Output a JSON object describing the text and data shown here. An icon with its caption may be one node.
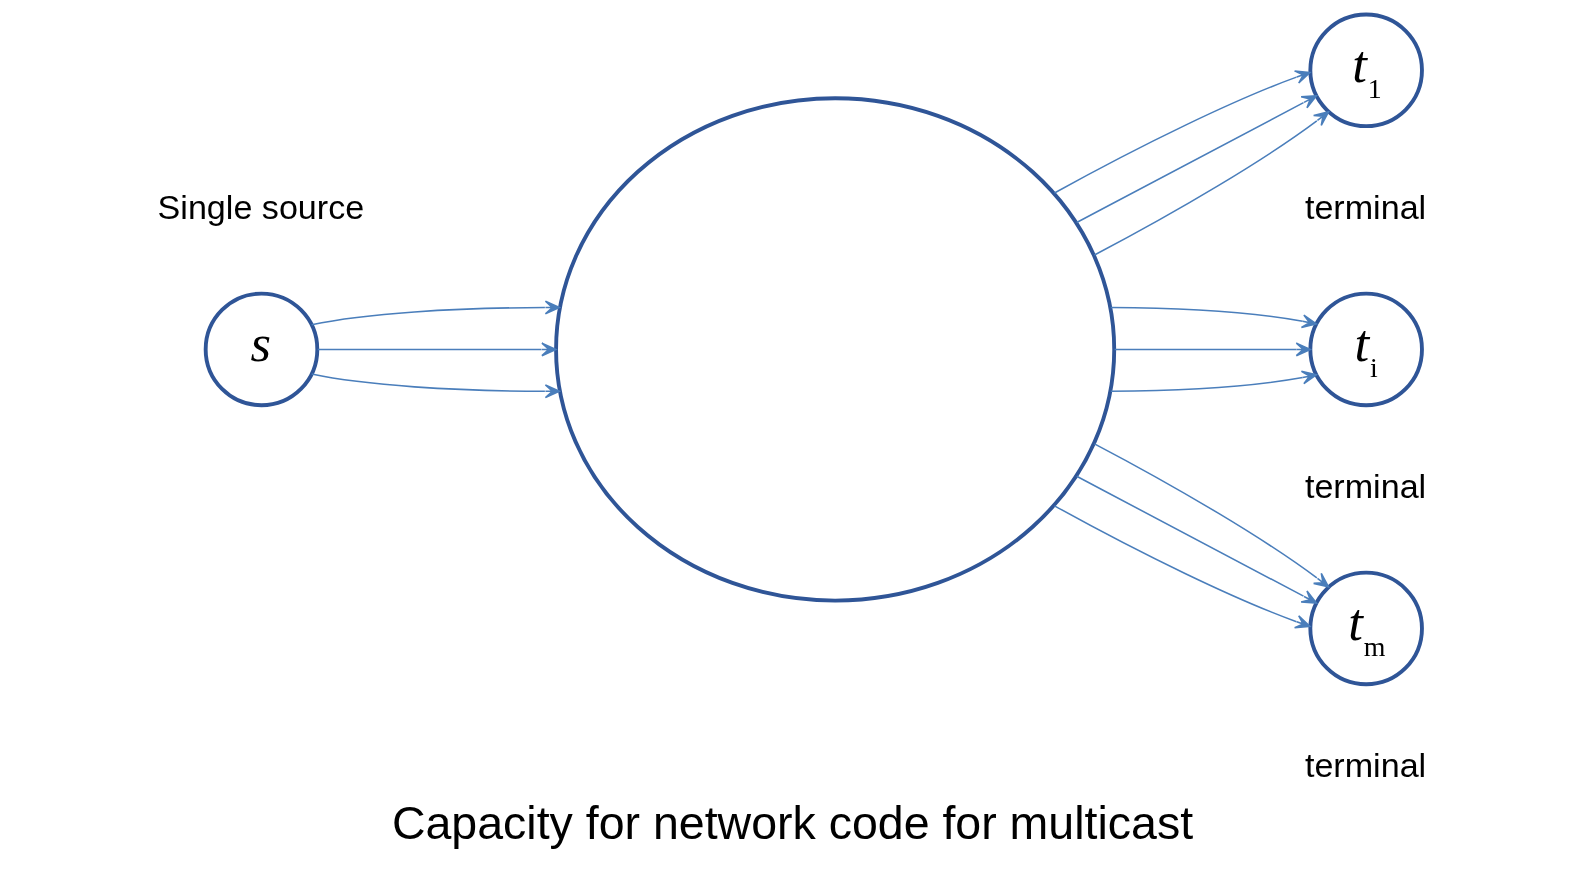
{
  "diagram": {
    "caption": "Capacity for network code for multicast",
    "nodes": [
      {
        "text": [
          "*s*"
        ],
        "beside": [
          "Single source"
        ]
      },
      {
        "text": [],
        "shape": "cloud"
      },
      {
        "text": [
          "*t*$_{1}$"
        ],
        "beside": [
          "terminal"
        ]
      },
      {
        "text": [
          "*t*$_{i}$"
        ],
        "beside": [
          "terminal"
        ]
      },
      {
        "text": [
          "*t*$_{m}$"
        ],
        "beside": [
          "terminal"
        ]
      }
    ],
    "edges": [
      {
        "from": 0,
        "to": 1,
        "arrow": "to"
      },
      {
        "from": 0,
        "to": 1,
        "arrow": "to"
      },
      {
        "from": 0,
        "to": 1,
        "arrow": "to"
      },
      {
        "from": 1,
        "to": 2,
        "arrow": "to"
      },
      {
        "from": 1,
        "to": 2,
        "arrow": "to"
      },
      {
        "from": 1,
        "to": 2,
        "arrow": "to"
      },
      {
        "from": 1,
        "to": 3,
        "arrow": "to"
      },
      {
        "from": 1,
        "to": 3,
        "arrow": "to"
      },
      {
        "from": 1,
        "to": 3,
        "arrow": "to"
      },
      {
        "from": 1,
        "to": 4,
        "arrow": "to"
      },
      {
        "from": 1,
        "to": 4,
        "arrow": "to"
      },
      {
        "from": 1,
        "to": 4,
        "arrow": "to"
      }
    ]
  }
}
